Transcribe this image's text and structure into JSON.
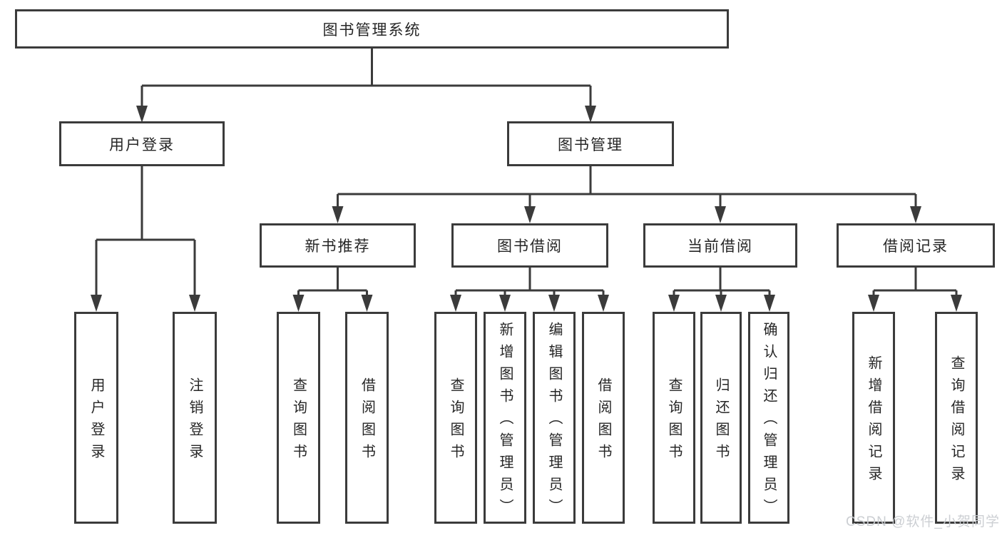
{
  "diagram": {
    "root": "图书管理系统",
    "level2": [
      "用户登录",
      "图书管理"
    ],
    "level3": [
      "新书推荐",
      "图书借阅",
      "当前借阅",
      "借阅记录"
    ],
    "leaves": [
      "用户登录",
      "注销登录",
      "查询图书",
      "借阅图书",
      "查询图书",
      "新增图书（管理员）",
      "编辑图书（管理员）",
      "借阅图书",
      "查询图书",
      "归还图书",
      "确认归还（管理员）",
      "新增借阅记录",
      "查询借阅记录"
    ]
  },
  "watermark": "CSDN @软件_小贺同学",
  "colors": {
    "line": "#3b3b3b",
    "text": "#262626",
    "background": "#ffffff",
    "watermark": "#c9ccd1"
  }
}
